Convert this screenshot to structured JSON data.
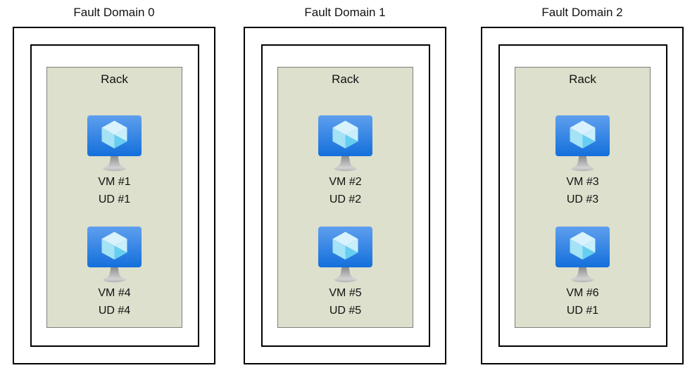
{
  "diagram": {
    "background": "#ffffff",
    "description_colors": {
      "box_border": "#000000",
      "rack_fill": "#dce0cc",
      "rack_border": "#7f7f7f",
      "text": "#111111",
      "vm_screen_top": "#5e9fee",
      "vm_screen_bottom": "#146fdb",
      "cube_top": "#d8f3fd",
      "cube_left": "#a4e2f6",
      "cube_right_upper": "#c9effb",
      "cube_right_lower": "#66cef0",
      "stand_dark": "#898989",
      "stand_light": "#d2d2d2"
    },
    "icons": {
      "vm": "virtual-machine-icon"
    }
  },
  "fault_domains": [
    {
      "title": "Fault Domain 0",
      "rack_label": "Rack",
      "vms": [
        {
          "vm": "VM #1",
          "ud": "UD #1"
        },
        {
          "vm": "VM #4",
          "ud": "UD #4"
        }
      ]
    },
    {
      "title": "Fault Domain 1",
      "rack_label": "Rack",
      "vms": [
        {
          "vm": "VM #2",
          "ud": "UD #2"
        },
        {
          "vm": "VM #5",
          "ud": "UD #5"
        }
      ]
    },
    {
      "title": "Fault Domain 2",
      "rack_label": "Rack",
      "vms": [
        {
          "vm": "VM #3",
          "ud": "UD #3"
        },
        {
          "vm": "VM #6",
          "ud": "UD #1"
        }
      ]
    }
  ]
}
